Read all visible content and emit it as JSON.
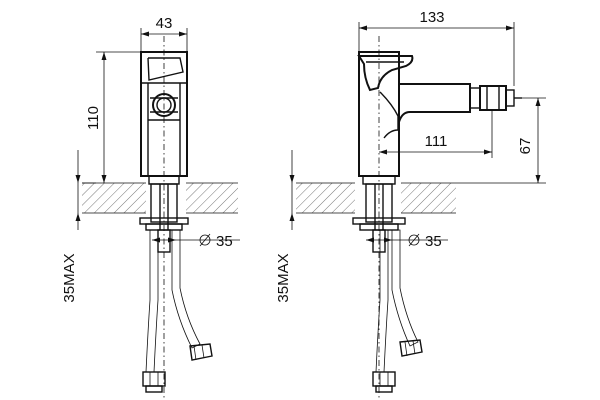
{
  "side_view": {
    "width_dim": "43",
    "height_dim": "110",
    "diameter_dim": "35",
    "max_dim": "35MAX"
  },
  "front_view": {
    "width_dim": "133",
    "spout_dim": "111",
    "height_dim": "67",
    "diameter_dim": "35",
    "max_dim": "35MAX"
  }
}
